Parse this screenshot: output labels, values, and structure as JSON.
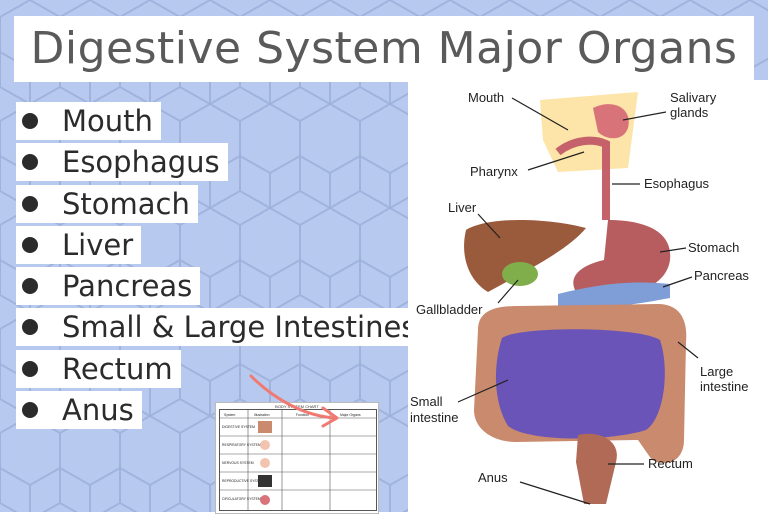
{
  "title": "Digestive System Major Organs",
  "organs": [
    "Mouth",
    "Esophagus",
    "Stomach",
    "Liver",
    "Pancreas",
    "Small & Large Intestines",
    "Rectum",
    "Anus"
  ],
  "diagram_labels": {
    "mouth": "Mouth",
    "salivary1": "Salivary",
    "salivary2": "glands",
    "pharynx": "Pharynx",
    "esophagus": "Esophagus",
    "liver": "Liver",
    "stomach": "Stomach",
    "pancreas": "Pancreas",
    "gallbladder": "Gallbladder",
    "large1": "Large",
    "large2": "intestine",
    "small1": "Small",
    "small2": "intestine",
    "rectum": "Rectum",
    "anus": "Anus"
  },
  "chart": {
    "title": "BODY SYSTEM CHART",
    "headers": [
      "System",
      "Illustration",
      "Function",
      "Major Organs"
    ],
    "rows": [
      "DIGESTIVE SYSTEM",
      "RESPIRATORY SYSTEM",
      "NERVOUS SYSTEM",
      "REPRODUCTIVE SYSTEM",
      "CIRCULATORY SYSTEM"
    ]
  },
  "colors": {
    "background": "#b7c9ef",
    "pattern": "#9fb3dd",
    "arrow": "#f07a72"
  }
}
